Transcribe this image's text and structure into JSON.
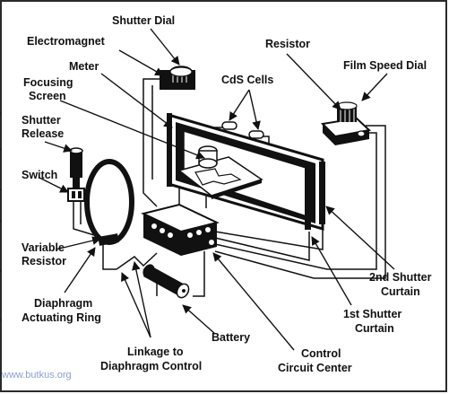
{
  "diagram": {
    "labels": {
      "shutter_dial": "Shutter Dial",
      "electromagnet": "Electromagnet",
      "meter": "Meter",
      "focusing_1": "Focusing",
      "focusing_2": "Screen",
      "cds_cells": "CdS Cells",
      "resistor": "Resistor",
      "film_speed_dial": "Film Speed Dial",
      "shutter_release_1": "Shutter",
      "shutter_release_2": "Release",
      "switch": "Switch",
      "variable_resistor_1": "Variable",
      "variable_resistor_2": "Resistor",
      "diaphragm_ring_1": "Diaphragm",
      "diaphragm_ring_2": "Actuating Ring",
      "linkage_1": "Linkage to",
      "linkage_2": "Diaphragm Control",
      "battery": "Battery",
      "control_center_1": "Control",
      "control_center_2": "Circuit Center",
      "first_curtain_1": "1st Shutter",
      "first_curtain_2": "Curtain",
      "second_curtain_1": "2nd Shutter",
      "second_curtain_2": "Curtain"
    },
    "watermark": "www.butkus.org",
    "colors": {
      "ink": "#111111",
      "frame": "#2a2a2a",
      "watermark": "#8aa0cf"
    }
  }
}
